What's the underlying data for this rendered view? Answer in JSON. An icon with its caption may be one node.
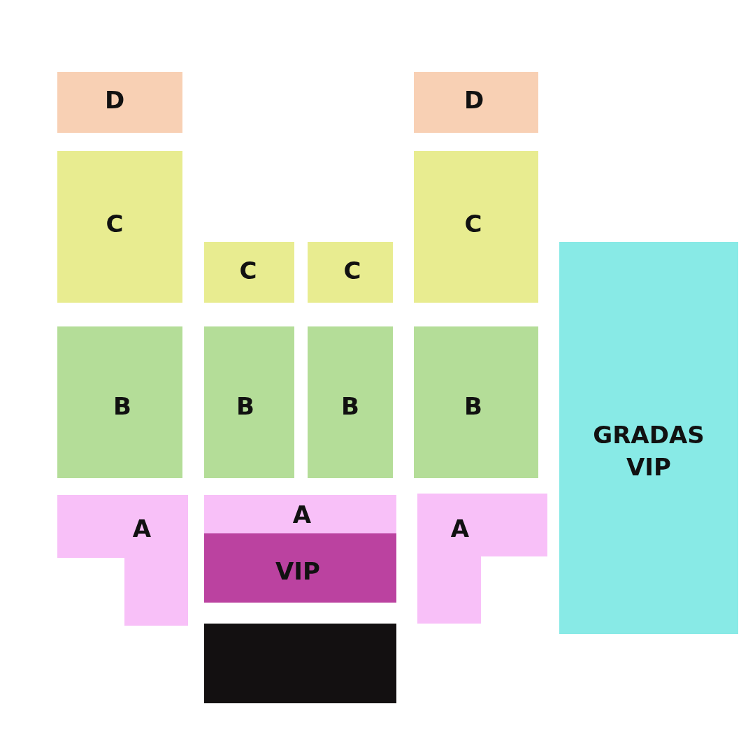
{
  "diagram": {
    "nodes": [
      {
        "text": [
          "D"
        ]
      },
      {
        "text": [
          "D"
        ]
      },
      {
        "text": [
          "C"
        ]
      },
      {
        "text": [
          "C"
        ]
      },
      {
        "text": [
          "C"
        ]
      },
      {
        "text": [
          "C"
        ]
      },
      {
        "text": [
          "GRADAS VIP"
        ]
      },
      {
        "text": [
          "B"
        ]
      },
      {
        "text": [
          "B"
        ]
      },
      {
        "text": [
          "B"
        ]
      },
      {
        "text": [
          "B"
        ]
      },
      {
        "text": [
          "A"
        ]
      },
      {
        "text": [
          "A"
        ]
      },
      {
        "text": [
          "A"
        ]
      },
      {
        "text": [
          "VIP"
        ]
      },
      {
        "text": [],
        "shape": "box"
      }
    ]
  }
}
